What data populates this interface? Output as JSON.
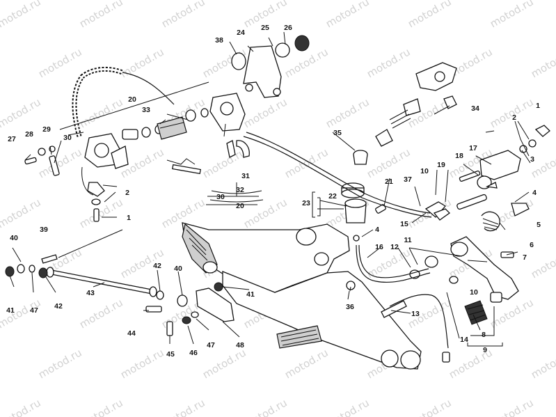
{
  "watermark": "motod.ru",
  "callouts": {
    "c1a": "1",
    "c1b": "1",
    "c2a": "2",
    "c2b": "2",
    "c3": "3",
    "c4a": "4",
    "c4b": "4",
    "c5": "5",
    "c6": "6",
    "c7": "7",
    "c8": "8",
    "c9": "9",
    "c10a": "10",
    "c10b": "10",
    "c11": "11",
    "c12": "12",
    "c13": "13",
    "c14": "14",
    "c15": "15",
    "c16": "16",
    "c17": "17",
    "c18": "18",
    "c19": "19",
    "c20a": "20",
    "c20b": "20",
    "c21": "21",
    "c22": "22",
    "c23": "23",
    "c24": "24",
    "c25": "25",
    "c26": "26",
    "c27": "27",
    "c28": "28",
    "c29": "29",
    "c30a": "30",
    "c30b": "30",
    "c31": "31",
    "c32": "32",
    "c33": "33",
    "c34": "34",
    "c35": "35",
    "c36": "36",
    "c37": "37",
    "c38": "38",
    "c39": "39",
    "c40a": "40",
    "c40b": "40",
    "c41a": "41",
    "c41b": "41",
    "c42a": "42",
    "c42b": "42",
    "c43": "43",
    "c44": "44",
    "c45": "45",
    "c46": "46",
    "c47a": "47",
    "c47b": "47",
    "c48": "48"
  }
}
